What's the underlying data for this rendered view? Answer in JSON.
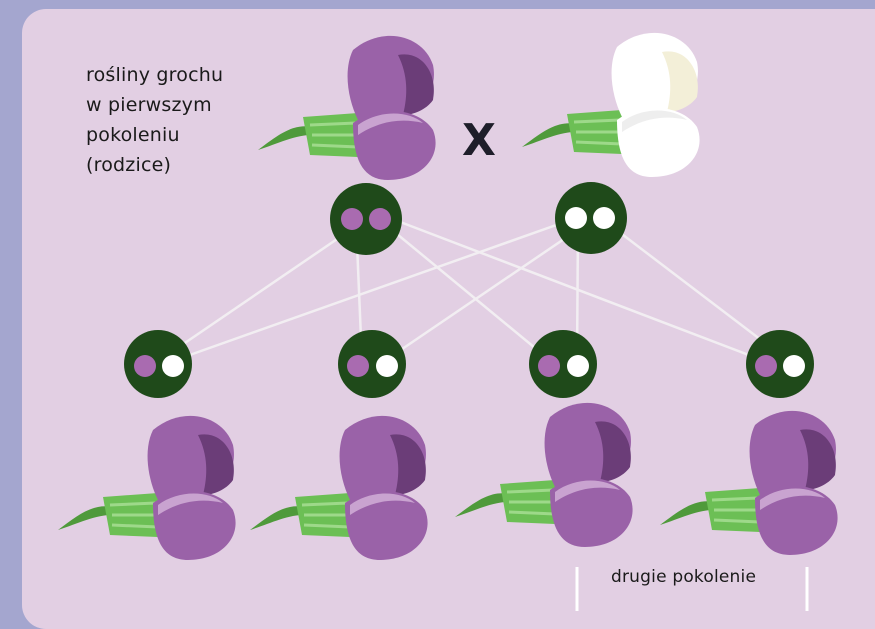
{
  "diagram": {
    "parents_label_lines": [
      "rośliny grochu",
      "w pierwszym",
      "pokoleniu",
      "(rodzice)"
    ],
    "cross_symbol": "X",
    "offspring_label": "drugie pokolenie"
  },
  "parents": [
    {
      "flower_color": "purple",
      "alleles": [
        "purple",
        "purple"
      ]
    },
    {
      "flower_color": "white",
      "alleles": [
        "white",
        "white"
      ]
    }
  ],
  "offspring": [
    {
      "flower_color": "purple",
      "alleles": [
        "purple",
        "white"
      ]
    },
    {
      "flower_color": "purple",
      "alleles": [
        "purple",
        "white"
      ]
    },
    {
      "flower_color": "purple",
      "alleles": [
        "purple",
        "white"
      ]
    },
    {
      "flower_color": "purple",
      "alleles": [
        "purple",
        "white"
      ]
    }
  ],
  "colors": {
    "background": "#a4a6cf",
    "panel": "#e2cfe3",
    "cell": "#1f4a1a",
    "allele_purple": "#a96bb0",
    "allele_white": "#ffffff",
    "connector": "#f2eef2",
    "petal_purple": "#9a62a8",
    "petal_purple_dark": "#6b3d78",
    "petal_white": "#ffffff",
    "stem_green": "#5fae4c"
  }
}
